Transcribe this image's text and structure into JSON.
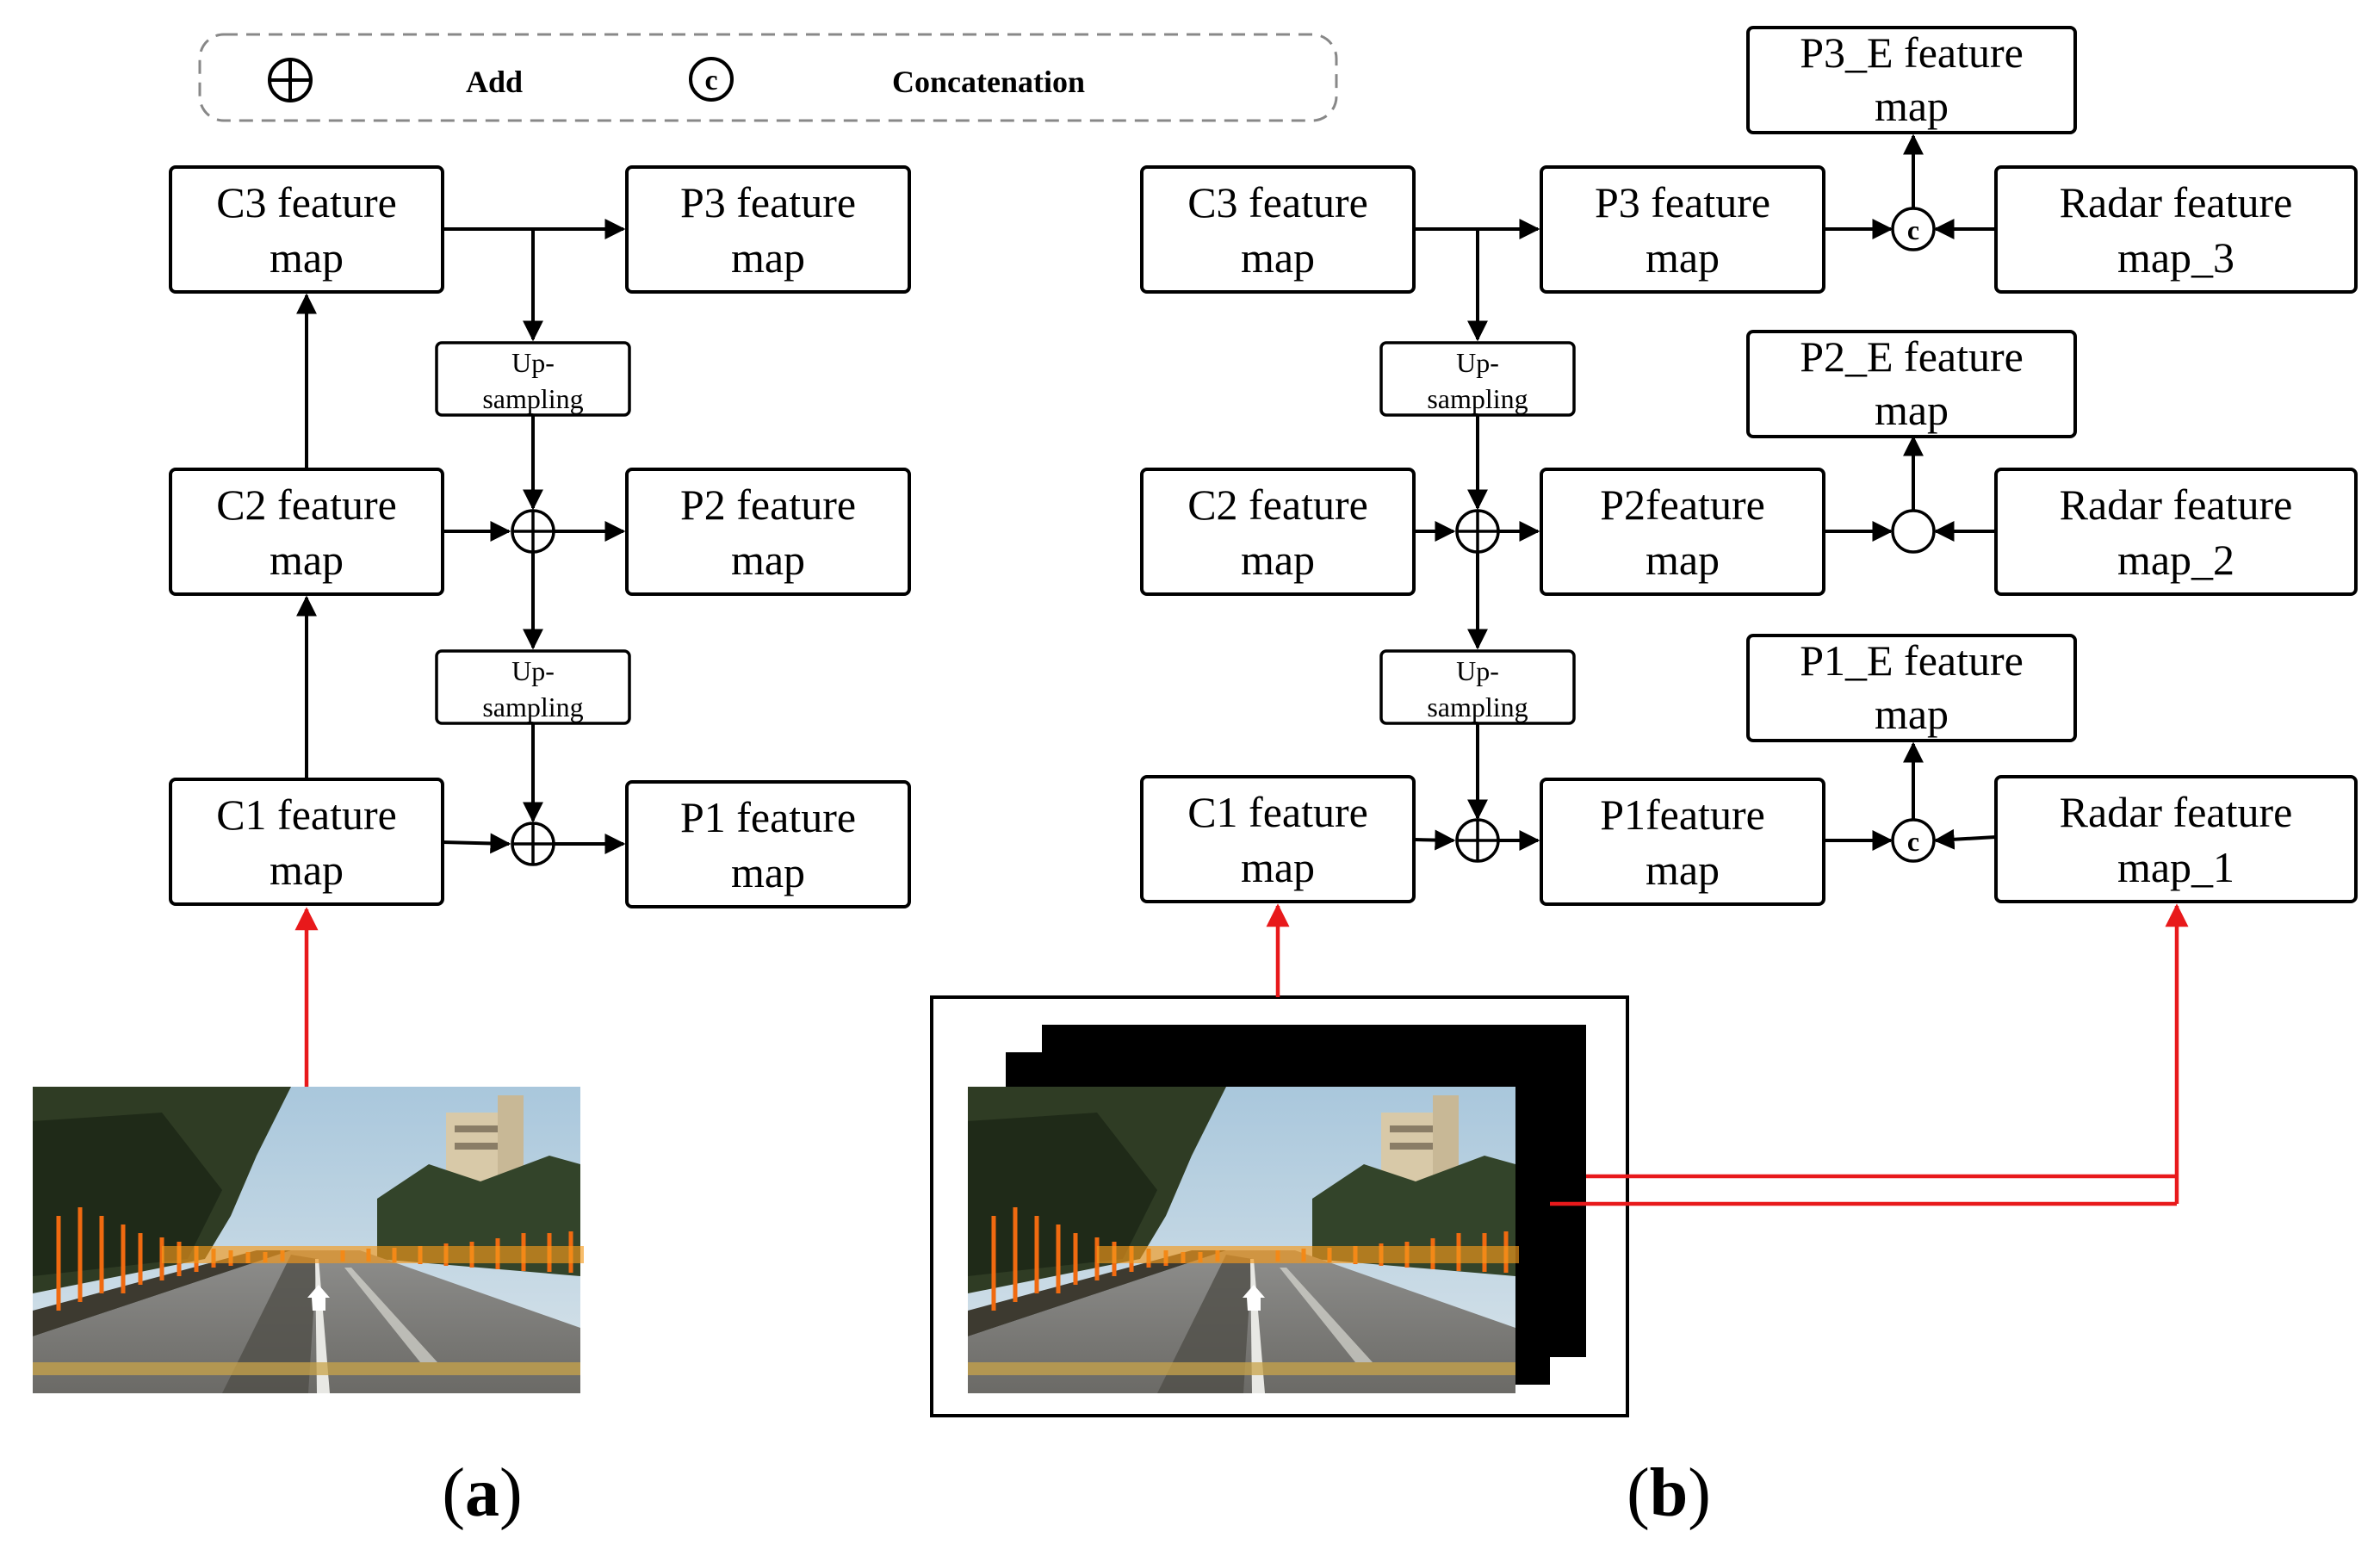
{
  "legend": {
    "add_symbol": "⊕",
    "add_label": "Add",
    "concat_symbol": "c",
    "concat_label": "Concatenation"
  },
  "panel_a": {
    "c3": [
      "C3 feature",
      "map"
    ],
    "c2": [
      "C2 feature",
      "map"
    ],
    "c1": [
      "C1 feature",
      "map"
    ],
    "p3": [
      "P3 feature",
      "map"
    ],
    "p2": [
      "P2 feature",
      "map"
    ],
    "p1": [
      "P1 feature",
      "map"
    ],
    "upsampling": [
      "Up-",
      "sampling"
    ],
    "caption": {
      "open": "(",
      "letter": "a",
      "close": ")"
    }
  },
  "panel_b": {
    "c3": [
      "C3 feature",
      "map"
    ],
    "c2": [
      "C2 feature",
      "map"
    ],
    "c1": [
      "C1 feature",
      "map"
    ],
    "p3": [
      "P3 feature",
      "map"
    ],
    "p2": [
      "P2feature",
      "map"
    ],
    "p1": [
      "P1feature",
      "map"
    ],
    "p3e": [
      "P3_E feature",
      "map"
    ],
    "p2e": [
      "P2_E feature",
      "map"
    ],
    "p1e": [
      "P1_E feature",
      "map"
    ],
    "radar3": [
      "Radar feature",
      "map_3"
    ],
    "radar2": [
      "Radar feature",
      "map_2"
    ],
    "radar1": [
      "Radar feature",
      "map_1"
    ],
    "upsampling": [
      "Up-",
      "sampling"
    ],
    "concat_symbol": "c",
    "caption": {
      "open": "(",
      "letter": "b",
      "close": ")"
    }
  },
  "colors": {
    "arrow": "#000000",
    "input_arrow": "#e8191b",
    "radar_layer": "#000000"
  }
}
